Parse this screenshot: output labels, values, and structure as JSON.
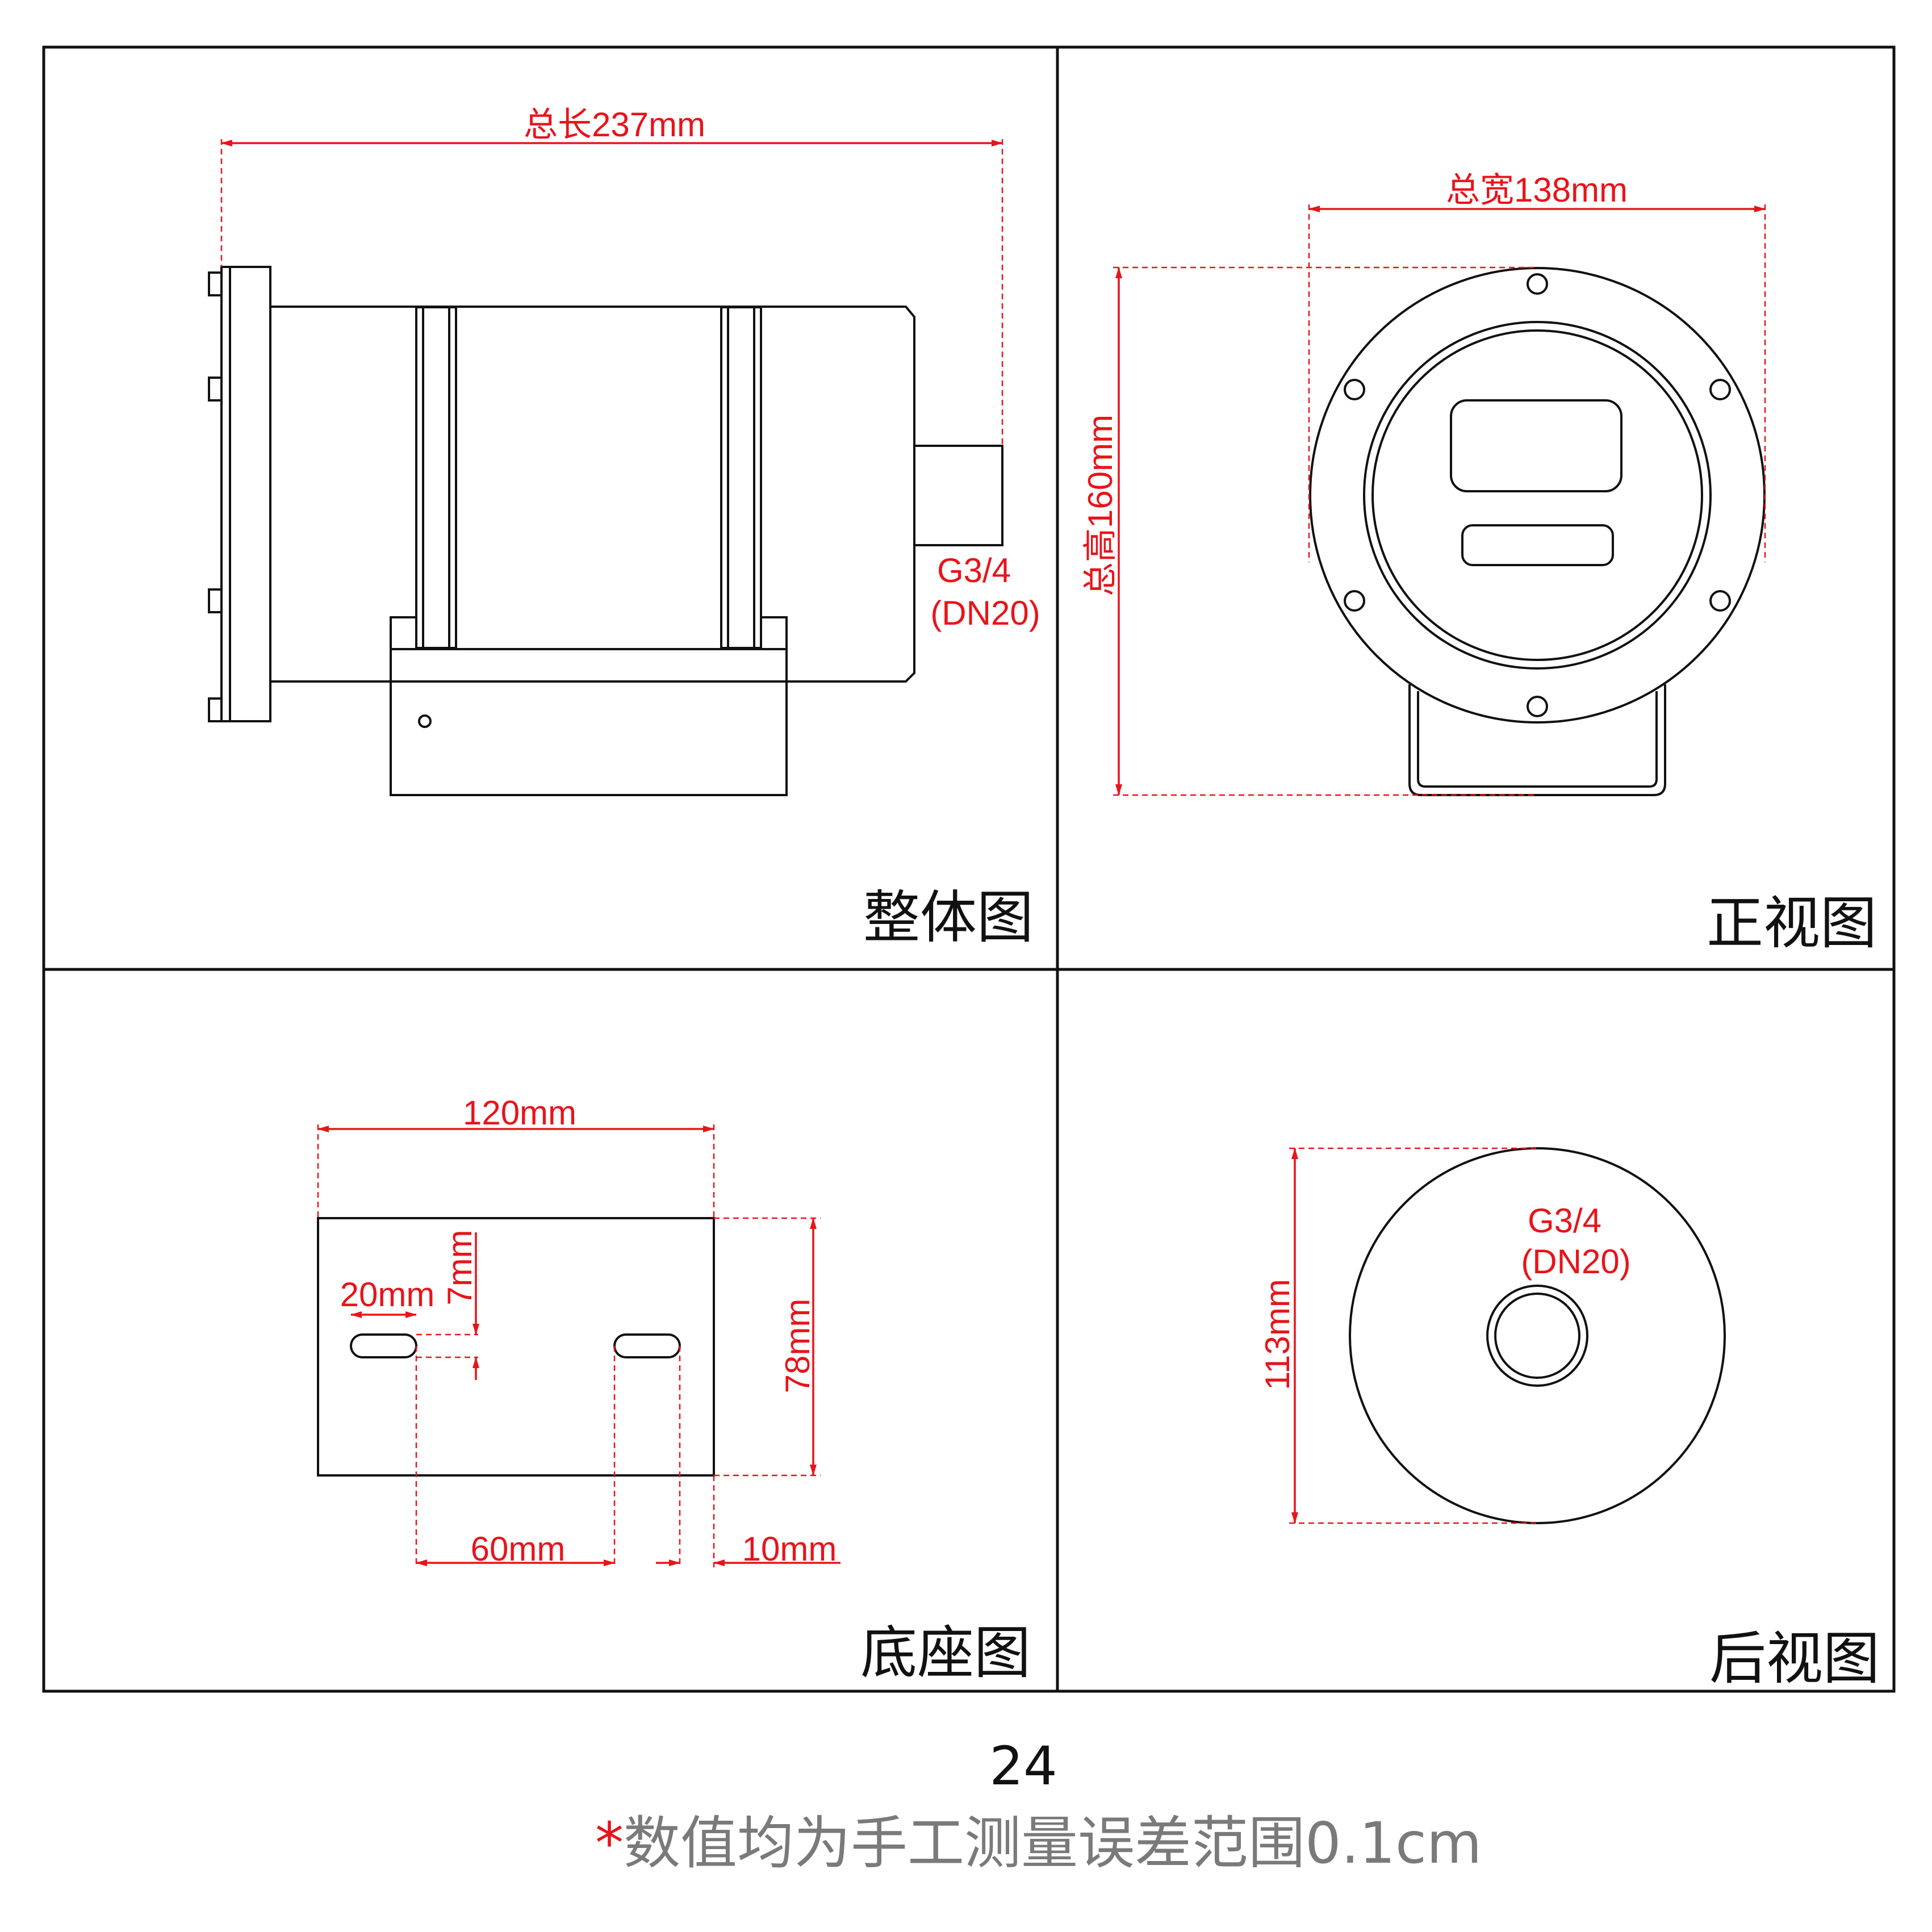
{
  "panels": {
    "overall": {
      "title": "整体图",
      "total_length_label": "总长237mm",
      "thread_line1": "G3/4",
      "thread_line2": "(DN20)"
    },
    "front": {
      "title": "正视图",
      "total_width_label": "总宽138mm",
      "total_height_label": "总高160mm"
    },
    "base": {
      "title": "底座图",
      "width_label": "120mm",
      "height_label": "78mm",
      "slot_length_label": "20mm",
      "slot_offset_label": "7mm",
      "hole_spacing_label": "60mm",
      "edge_offset_label": "10mm"
    },
    "rear": {
      "title": "后视图",
      "diameter_label": "113mm",
      "thread_line1": "G3/4",
      "thread_line2": "(DN20)"
    }
  },
  "footer": {
    "page_number": "24",
    "note_star": "*",
    "note_text": "数值均为手工测量误差范围0.1cm"
  },
  "colors": {
    "dimension": "#e8141a",
    "outline": "#111111",
    "note": "#7a7a7a"
  }
}
